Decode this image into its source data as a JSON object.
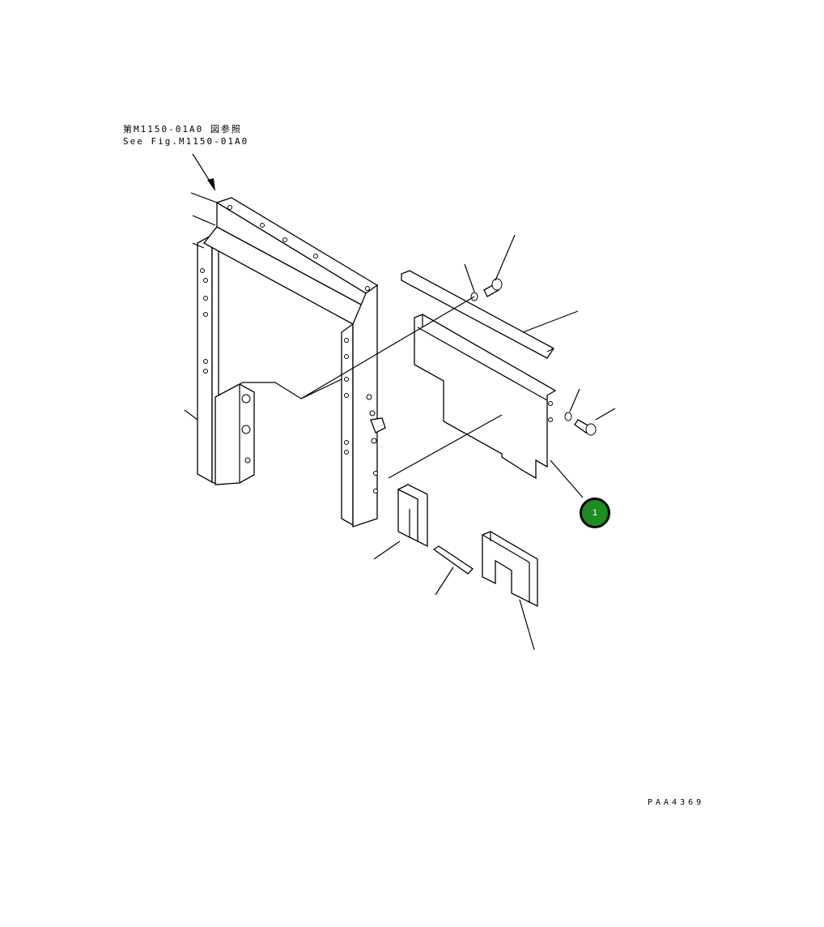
{
  "reference": {
    "jp": "第M1150-01A0 図参照",
    "en": "See Fig.M1150-01A0"
  },
  "callouts": [
    {
      "label": "1",
      "color": "#1f8c1f"
    }
  ],
  "drawing_code": "PAA4369"
}
